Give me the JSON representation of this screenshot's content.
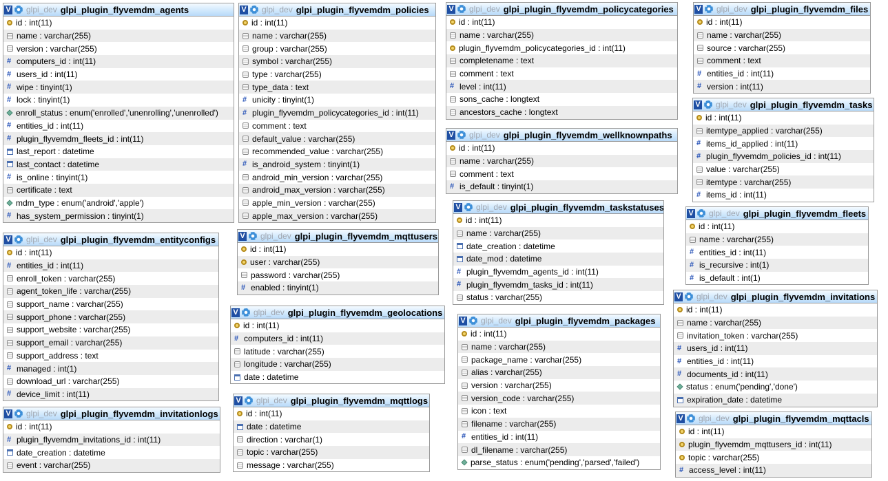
{
  "db_name": "glpi_dev",
  "tables": [
    {
      "name": "glpi_plugin_flyvemdm_agents",
      "fields": [
        {
          "text": "id : int(11)",
          "icon": "key-icon"
        },
        {
          "text": "name : varchar(255)",
          "icon": "string-icon"
        },
        {
          "text": "version : varchar(255)",
          "icon": "string-icon"
        },
        {
          "text": "computers_id : int(11)",
          "icon": "numeric-icon"
        },
        {
          "text": "users_id : int(11)",
          "icon": "numeric-icon"
        },
        {
          "text": "wipe : tinyint(1)",
          "icon": "numeric-icon"
        },
        {
          "text": "lock : tinyint(1)",
          "icon": "numeric-icon"
        },
        {
          "text": "enroll_status : enum('enrolled','unenrolling','unenrolled')",
          "icon": "enum-icon"
        },
        {
          "text": "entities_id : int(11)",
          "icon": "numeric-icon"
        },
        {
          "text": "plugin_flyvemdm_fleets_id : int(11)",
          "icon": "numeric-icon"
        },
        {
          "text": "last_report : datetime",
          "icon": "date-icon"
        },
        {
          "text": "last_contact : datetime",
          "icon": "date-icon"
        },
        {
          "text": "is_online : tinyint(1)",
          "icon": "numeric-icon"
        },
        {
          "text": "certificate : text",
          "icon": "string-icon"
        },
        {
          "text": "mdm_type : enum('android','apple')",
          "icon": "enum-icon"
        },
        {
          "text": "has_system_permission : tinyint(1)",
          "icon": "numeric-icon"
        }
      ]
    },
    {
      "name": "glpi_plugin_flyvemdm_policies",
      "fields": [
        {
          "text": "id : int(11)",
          "icon": "key-icon"
        },
        {
          "text": "name : varchar(255)",
          "icon": "string-icon"
        },
        {
          "text": "group : varchar(255)",
          "icon": "string-icon"
        },
        {
          "text": "symbol : varchar(255)",
          "icon": "string-icon"
        },
        {
          "text": "type : varchar(255)",
          "icon": "string-icon"
        },
        {
          "text": "type_data : text",
          "icon": "string-icon"
        },
        {
          "text": "unicity : tinyint(1)",
          "icon": "numeric-icon"
        },
        {
          "text": "plugin_flyvemdm_policycategories_id : int(11)",
          "icon": "numeric-icon"
        },
        {
          "text": "comment : text",
          "icon": "string-icon"
        },
        {
          "text": "default_value : varchar(255)",
          "icon": "string-icon"
        },
        {
          "text": "recommended_value : varchar(255)",
          "icon": "string-icon"
        },
        {
          "text": "is_android_system : tinyint(1)",
          "icon": "numeric-icon"
        },
        {
          "text": "android_min_version : varchar(255)",
          "icon": "string-icon"
        },
        {
          "text": "android_max_version : varchar(255)",
          "icon": "string-icon"
        },
        {
          "text": "apple_min_version : varchar(255)",
          "icon": "string-icon"
        },
        {
          "text": "apple_max_version : varchar(255)",
          "icon": "string-icon"
        }
      ]
    },
    {
      "name": "glpi_plugin_flyvemdm_policycategories",
      "fields": [
        {
          "text": "id : int(11)",
          "icon": "key-icon"
        },
        {
          "text": "name : varchar(255)",
          "icon": "string-icon"
        },
        {
          "text": "plugin_flyvemdm_policycategories_id : int(11)",
          "icon": "key-icon"
        },
        {
          "text": "completename : text",
          "icon": "string-icon"
        },
        {
          "text": "comment : text",
          "icon": "string-icon"
        },
        {
          "text": "level : int(11)",
          "icon": "numeric-icon"
        },
        {
          "text": "sons_cache : longtext",
          "icon": "string-icon"
        },
        {
          "text": "ancestors_cache : longtext",
          "icon": "string-icon"
        }
      ]
    },
    {
      "name": "glpi_plugin_flyvemdm_files",
      "fields": [
        {
          "text": "id : int(11)",
          "icon": "key-icon"
        },
        {
          "text": "name : varchar(255)",
          "icon": "string-icon"
        },
        {
          "text": "source : varchar(255)",
          "icon": "string-icon"
        },
        {
          "text": "comment : text",
          "icon": "string-icon"
        },
        {
          "text": "entities_id : int(11)",
          "icon": "numeric-icon"
        },
        {
          "text": "version : int(11)",
          "icon": "numeric-icon"
        }
      ]
    },
    {
      "name": "glpi_plugin_flyvemdm_tasks",
      "fields": [
        {
          "text": "id : int(11)",
          "icon": "key-icon"
        },
        {
          "text": "itemtype_applied : varchar(255)",
          "icon": "string-icon"
        },
        {
          "text": "items_id_applied : int(11)",
          "icon": "numeric-icon"
        },
        {
          "text": "plugin_flyvemdm_policies_id : int(11)",
          "icon": "numeric-icon"
        },
        {
          "text": "value : varchar(255)",
          "icon": "string-icon"
        },
        {
          "text": "itemtype : varchar(255)",
          "icon": "string-icon"
        },
        {
          "text": "items_id : int(11)",
          "icon": "numeric-icon"
        }
      ]
    },
    {
      "name": "glpi_plugin_flyvemdm_wellknownpaths",
      "fields": [
        {
          "text": "id : int(11)",
          "icon": "key-icon"
        },
        {
          "text": "name : varchar(255)",
          "icon": "string-icon"
        },
        {
          "text": "comment : text",
          "icon": "string-icon"
        },
        {
          "text": "is_default : tinyint(1)",
          "icon": "numeric-icon"
        }
      ]
    },
    {
      "name": "glpi_plugin_flyvemdm_taskstatuses",
      "fields": [
        {
          "text": "id : int(11)",
          "icon": "key-icon"
        },
        {
          "text": "name : varchar(255)",
          "icon": "string-icon"
        },
        {
          "text": "date_creation : datetime",
          "icon": "date-icon"
        },
        {
          "text": "date_mod : datetime",
          "icon": "date-icon"
        },
        {
          "text": "plugin_flyvemdm_agents_id : int(11)",
          "icon": "numeric-icon"
        },
        {
          "text": "plugin_flyvemdm_tasks_id : int(11)",
          "icon": "numeric-icon"
        },
        {
          "text": "status : varchar(255)",
          "icon": "string-icon"
        }
      ]
    },
    {
      "name": "glpi_plugin_flyvemdm_fleets",
      "fields": [
        {
          "text": "id : int(11)",
          "icon": "key-icon"
        },
        {
          "text": "name : varchar(255)",
          "icon": "string-icon"
        },
        {
          "text": "entities_id : int(11)",
          "icon": "numeric-icon"
        },
        {
          "text": "is_recursive : int(1)",
          "icon": "numeric-icon"
        },
        {
          "text": "is_default : int(1)",
          "icon": "numeric-icon"
        }
      ]
    },
    {
      "name": "glpi_plugin_flyvemdm_entityconfigs",
      "fields": [
        {
          "text": "id : int(11)",
          "icon": "key-icon"
        },
        {
          "text": "entities_id : int(11)",
          "icon": "numeric-icon"
        },
        {
          "text": "enroll_token : varchar(255)",
          "icon": "string-icon"
        },
        {
          "text": "agent_token_life : varchar(255)",
          "icon": "string-icon"
        },
        {
          "text": "support_name : varchar(255)",
          "icon": "string-icon"
        },
        {
          "text": "support_phone : varchar(255)",
          "icon": "string-icon"
        },
        {
          "text": "support_website : varchar(255)",
          "icon": "string-icon"
        },
        {
          "text": "support_email : varchar(255)",
          "icon": "string-icon"
        },
        {
          "text": "support_address : text",
          "icon": "string-icon"
        },
        {
          "text": "managed : int(1)",
          "icon": "numeric-icon"
        },
        {
          "text": "download_url : varchar(255)",
          "icon": "string-icon"
        },
        {
          "text": "device_limit : int(11)",
          "icon": "numeric-icon"
        }
      ]
    },
    {
      "name": "glpi_plugin_flyvemdm_mqttusers",
      "fields": [
        {
          "text": "id : int(11)",
          "icon": "key-icon"
        },
        {
          "text": "user : varchar(255)",
          "icon": "key-icon"
        },
        {
          "text": "password : varchar(255)",
          "icon": "string-icon"
        },
        {
          "text": "enabled : tinyint(1)",
          "icon": "numeric-icon"
        }
      ]
    },
    {
      "name": "glpi_plugin_flyvemdm_geolocations",
      "fields": [
        {
          "text": "id : int(11)",
          "icon": "key-icon"
        },
        {
          "text": "computers_id : int(11)",
          "icon": "numeric-icon"
        },
        {
          "text": "latitude : varchar(255)",
          "icon": "string-icon"
        },
        {
          "text": "longitude : varchar(255)",
          "icon": "string-icon"
        },
        {
          "text": "date : datetime",
          "icon": "date-icon"
        }
      ]
    },
    {
      "name": "glpi_plugin_flyvemdm_packages",
      "fields": [
        {
          "text": "id : int(11)",
          "icon": "key-icon"
        },
        {
          "text": "name : varchar(255)",
          "icon": "string-icon"
        },
        {
          "text": "package_name : varchar(255)",
          "icon": "string-icon"
        },
        {
          "text": "alias : varchar(255)",
          "icon": "string-icon"
        },
        {
          "text": "version : varchar(255)",
          "icon": "string-icon"
        },
        {
          "text": "version_code : varchar(255)",
          "icon": "string-icon"
        },
        {
          "text": "icon : text",
          "icon": "string-icon"
        },
        {
          "text": "filename : varchar(255)",
          "icon": "string-icon"
        },
        {
          "text": "entities_id : int(11)",
          "icon": "numeric-icon"
        },
        {
          "text": "dl_filename : varchar(255)",
          "icon": "string-icon"
        },
        {
          "text": "parse_status : enum('pending','parsed','failed')",
          "icon": "enum-icon"
        }
      ]
    },
    {
      "name": "glpi_plugin_flyvemdm_invitations",
      "fields": [
        {
          "text": "id : int(11)",
          "icon": "key-icon"
        },
        {
          "text": "name : varchar(255)",
          "icon": "string-icon"
        },
        {
          "text": "invitation_token : varchar(255)",
          "icon": "string-icon"
        },
        {
          "text": "users_id : int(11)",
          "icon": "numeric-icon"
        },
        {
          "text": "entities_id : int(11)",
          "icon": "numeric-icon"
        },
        {
          "text": "documents_id : int(11)",
          "icon": "numeric-icon"
        },
        {
          "text": "status : enum('pending','done')",
          "icon": "enum-icon"
        },
        {
          "text": "expiration_date : datetime",
          "icon": "date-icon"
        }
      ]
    },
    {
      "name": "glpi_plugin_flyvemdm_invitationlogs",
      "fields": [
        {
          "text": "id : int(11)",
          "icon": "key-icon"
        },
        {
          "text": "plugin_flyvemdm_invitations_id : int(11)",
          "icon": "numeric-icon"
        },
        {
          "text": "date_creation : datetime",
          "icon": "date-icon"
        },
        {
          "text": "event : varchar(255)",
          "icon": "string-icon"
        }
      ]
    },
    {
      "name": "glpi_plugin_flyvemdm_mqttlogs",
      "fields": [
        {
          "text": "id : int(11)",
          "icon": "key-icon"
        },
        {
          "text": "date : datetime",
          "icon": "date-icon"
        },
        {
          "text": "direction : varchar(1)",
          "icon": "string-icon"
        },
        {
          "text": "topic : varchar(255)",
          "icon": "string-icon"
        },
        {
          "text": "message : varchar(255)",
          "icon": "string-icon"
        }
      ]
    },
    {
      "name": "glpi_plugin_flyvemdm_mqttacls",
      "fields": [
        {
          "text": "id : int(11)",
          "icon": "key-icon"
        },
        {
          "text": "plugin_flyvemdm_mqttusers_id : int(11)",
          "icon": "key-icon"
        },
        {
          "text": "topic : varchar(255)",
          "icon": "key-icon"
        },
        {
          "text": "access_level : int(11)",
          "icon": "numeric-icon"
        }
      ]
    }
  ]
}
